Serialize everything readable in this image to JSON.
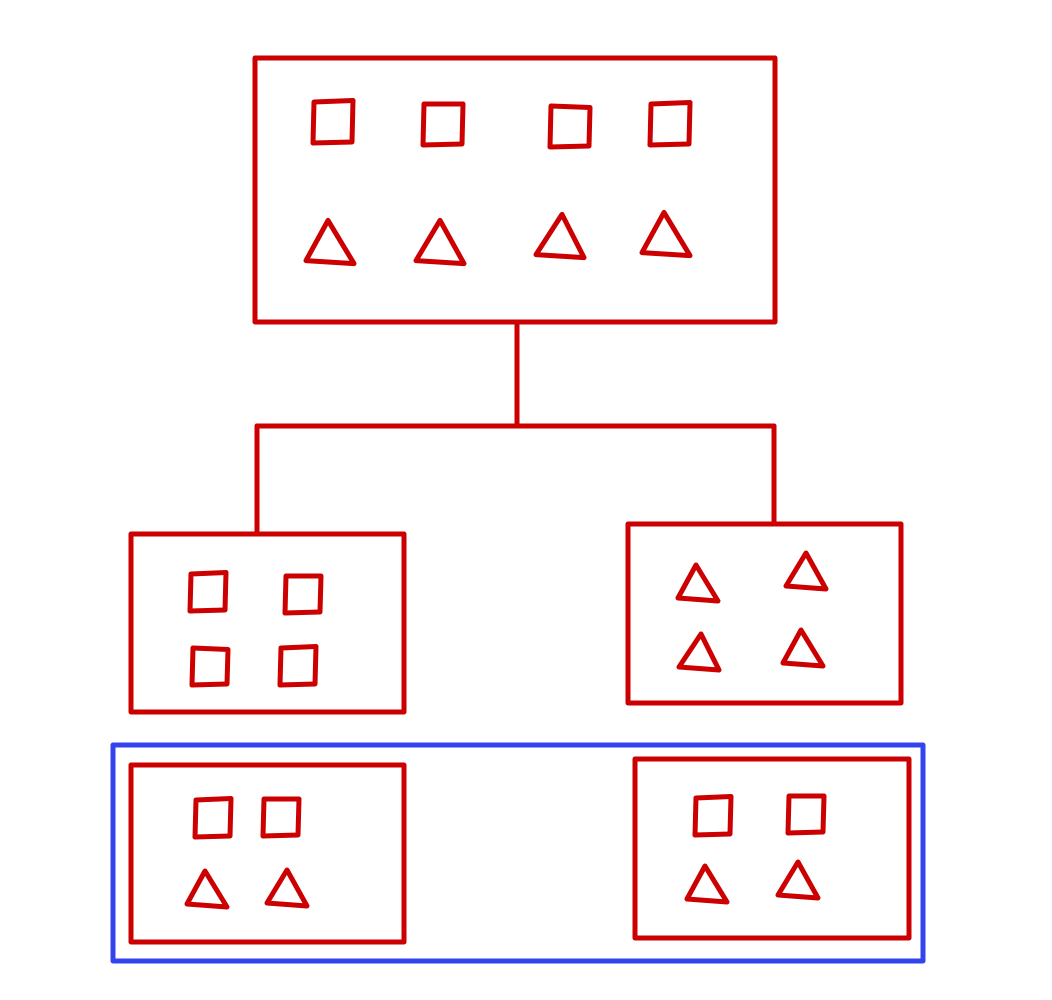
{
  "diagram": {
    "type": "hierarchy",
    "colors": {
      "node": "#cc0000",
      "highlight": "#3344ee",
      "background": "#ffffff"
    },
    "nodes": [
      {
        "id": "root",
        "squares": 4,
        "triangles": 4
      },
      {
        "id": "left-child",
        "squares": 4,
        "triangles": 0
      },
      {
        "id": "right-child",
        "squares": 0,
        "triangles": 4
      },
      {
        "id": "mixed-left",
        "squares": 2,
        "triangles": 2
      },
      {
        "id": "mixed-right",
        "squares": 2,
        "triangles": 2
      }
    ],
    "edges": [
      {
        "from": "root",
        "to": "left-child"
      },
      {
        "from": "root",
        "to": "right-child"
      }
    ],
    "highlighted_group": [
      "mixed-left",
      "mixed-right"
    ]
  }
}
